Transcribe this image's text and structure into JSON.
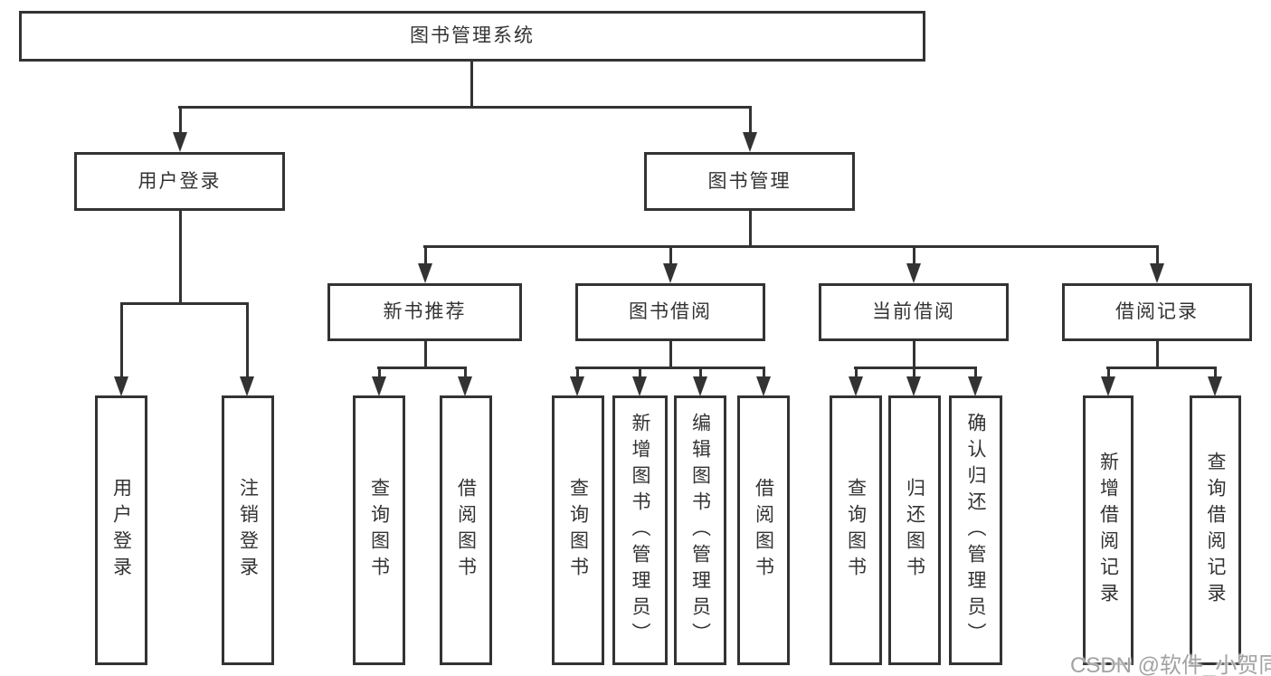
{
  "diagram_type": "tree",
  "tree": {
    "label": "图书管理系统",
    "children": [
      {
        "label": "用户登录",
        "children": [
          {
            "label": "用户登录"
          },
          {
            "label": "注销登录"
          }
        ]
      },
      {
        "label": "图书管理",
        "children": [
          {
            "label": "新书推荐",
            "children": [
              {
                "label": "查询图书"
              },
              {
                "label": "借阅图书"
              }
            ]
          },
          {
            "label": "图书借阅",
            "children": [
              {
                "label": "查询图书"
              },
              {
                "label": "新增图书（管理员）"
              },
              {
                "label": "编辑图书（管理员）"
              },
              {
                "label": "借阅图书"
              }
            ]
          },
          {
            "label": "当前借阅",
            "children": [
              {
                "label": "查询图书"
              },
              {
                "label": "归还图书"
              },
              {
                "label": "确认归还（管理员）"
              }
            ]
          },
          {
            "label": "借阅记录",
            "children": [
              {
                "label": "新增借阅记录"
              },
              {
                "label": "查询借阅记录"
              }
            ]
          }
        ]
      }
    ]
  },
  "watermark": {
    "text": "CSDN @软件_小贺同学"
  },
  "colors": {
    "line": "#333333",
    "text": "#333333",
    "background": "#ffffff",
    "watermark": "#a3a3a3"
  }
}
